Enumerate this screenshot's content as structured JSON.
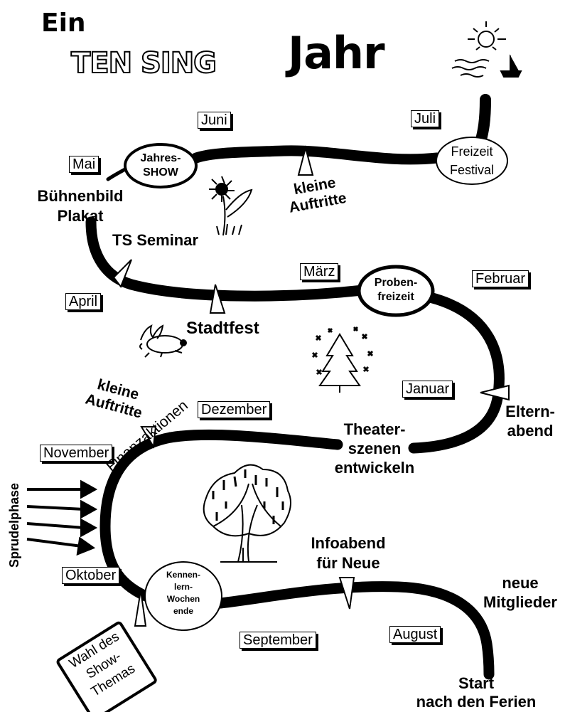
{
  "title": {
    "ein": "Ein",
    "ten_sing": "TEN SING",
    "jahr": "Jahr"
  },
  "months": {
    "juni": "Juni",
    "juli": "Juli",
    "mai": "Mai",
    "maerz": "März",
    "februar": "Februar",
    "april": "April",
    "januar": "Januar",
    "dezember": "Dezember",
    "november": "November",
    "oktober": "Oktober",
    "september": "September",
    "august": "August"
  },
  "events": {
    "jahres_show": [
      "Jahres-",
      "SHOW"
    ],
    "freizeit_festival": [
      "Freizeit",
      "Festival"
    ],
    "proben_freizeit": [
      "Proben-",
      "freizeit"
    ],
    "kennenlern": [
      "Kennen-",
      "lern-",
      "Wochen",
      "ende"
    ],
    "buehnenbild": [
      "Bühnenbild",
      "Plakat"
    ],
    "kleine_auftritte_top": [
      "kleine",
      "Auftritte"
    ],
    "ts_seminar": "TS Seminar",
    "stadtfest": "Stadtfest",
    "elternabend": [
      "Eltern-",
      "abend"
    ],
    "kleine_auftritte_left": [
      "kleine",
      "Auftritte"
    ],
    "theaterszenen": [
      "Theater-",
      "szenen",
      "entwickeln"
    ],
    "finanzaktionen": "Finanzaktionen",
    "sprudelphase": "Sprudelphase",
    "infoabend": [
      "Infoabend",
      "für Neue"
    ],
    "neue_mitglieder": [
      "neue",
      "Mitglieder"
    ],
    "wahl_show_thema": [
      "Wahl des",
      "Show-",
      "Themas"
    ],
    "start": [
      "Start",
      "nach den Ferien"
    ]
  },
  "icons": [
    "sun-boat-icon",
    "sunflower-icon",
    "rabbit-icon",
    "fir-tree-icon",
    "leafy-tree-icon"
  ]
}
